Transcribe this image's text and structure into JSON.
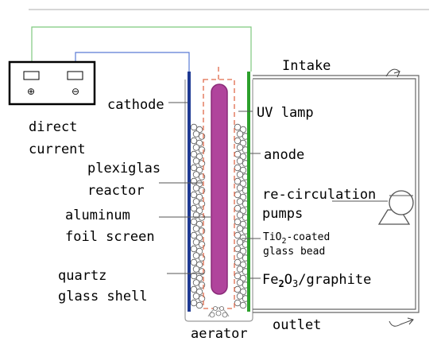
{
  "diagram": {
    "labels": {
      "cathode": "cathode",
      "direct_current": [
        "direct",
        "current"
      ],
      "plexiglas_reactor": [
        "plexiglas",
        "reactor"
      ],
      "aluminum_foil_screen": [
        "aluminum",
        "foil screen"
      ],
      "quartz_glass_shell": [
        "quartz",
        "glass shell"
      ],
      "aerator": "aerator",
      "intake": "Intake",
      "uv_lamp": "UV lamp",
      "anode": "anode",
      "recirculation_pumps": [
        "re-circulation",
        "pumps"
      ],
      "tio2_bead": {
        "prefix": "TiO",
        "sub": "2",
        "suffix": "-coated",
        "line2": "glass bead"
      },
      "fe2o3_graphite": {
        "prefix": "Fe",
        "sub1": "2",
        "mid": "O",
        "sub2": "3",
        "suffix": "/graphite"
      },
      "outlet": "outlet",
      "power_symbols": [
        "⊕",
        "⊖"
      ]
    },
    "colors": {
      "cathode_bar": "#1f3a93",
      "anode_bar": "#2ca02c",
      "uv_lamp_fill": "#b0449c",
      "uv_lamp_stroke": "#8a2a78",
      "dashed_shell": "#e06a4a",
      "wire_green": "#7ec97e",
      "wire_blue": "#5b7bd5",
      "pipe": "#666666"
    }
  }
}
